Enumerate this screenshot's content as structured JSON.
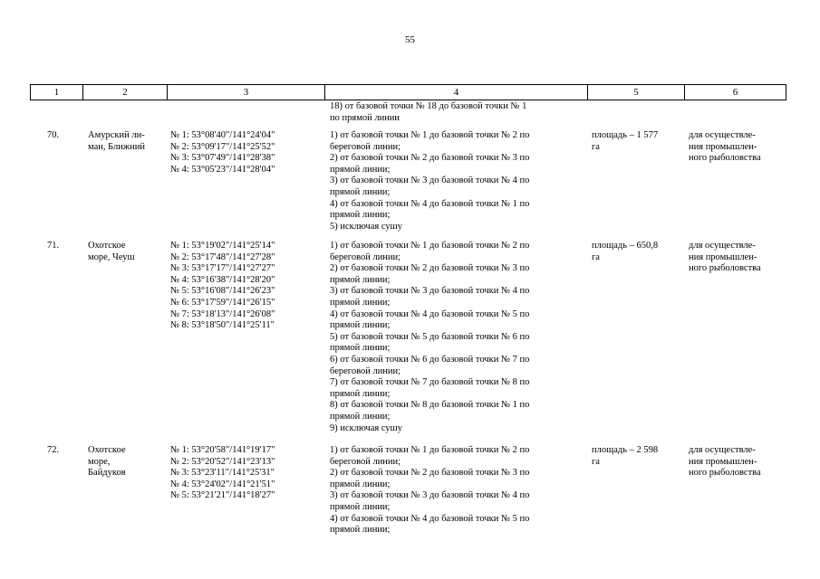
{
  "page_number": "55",
  "header_columns": [
    "1",
    "2",
    "3",
    "4",
    "5",
    "6"
  ],
  "continuation": [
    "18) от базовой точки № 18 до базовой точки № 1",
    "по прямой линии"
  ],
  "rows": [
    {
      "num": "70.",
      "name": [
        "Амурский ли-",
        "ман, Ближний"
      ],
      "points": [
        "№ 1: 53°08'40\"/141°24'04\"",
        "№ 2: 53°09'17\"/141°25'52\"",
        "№ 3: 53°07'49\"/141°28'38\"",
        "№ 4: 53°05'23\"/141°28'04\""
      ],
      "boundary": [
        "1) от базовой точки № 1 до базовой точки № 2 по",
        "береговой линии;",
        "2) от базовой точки № 2 до базовой точки № 3 по",
        "прямой линии;",
        "3) от базовой точки № 3 до базовой точки № 4 по",
        "прямой линии;",
        "4) от базовой точки № 4 до базовой точки № 1 по",
        "прямой линии;",
        "5) исключая сушу"
      ],
      "area": [
        "площадь – 1 577",
        "га"
      ],
      "purpose": [
        "для осуществле-",
        "ния промышлен-",
        "ного рыболовства"
      ]
    },
    {
      "num": "71.",
      "name": [
        "Охотское",
        "море, Чеуш"
      ],
      "points": [
        "№ 1: 53°19'02\"/141°25'14\"",
        "№ 2: 53°17'48\"/141°27'28\"",
        "№ 3: 53°17'17\"/141°27'27\"",
        "№ 4: 53°16'38\"/141°28'20\"",
        "№ 5: 53°16'08\"/141°26'23\"",
        "№ 6: 53°17'59\"/141°26'15\"",
        "№ 7: 53°18'13\"/141°26'08\"",
        "№ 8: 53°18'50\"/141°25'11\""
      ],
      "boundary": [
        "1) от базовой точки № 1 до базовой точки № 2 по",
        "береговой линии;",
        "2) от базовой точки № 2 до базовой точки № 3 по",
        "прямой линии;",
        "3) от базовой точки № 3 до базовой точки № 4 по",
        "прямой линии;",
        "4) от базовой точки № 4 до базовой точки № 5 по",
        "прямой линии;",
        "5) от базовой точки № 5 до базовой точки № 6 по",
        "прямой линии;",
        "6) от базовой точки № 6 до базовой точки № 7 по",
        "береговой линии;",
        "7) от базовой точки № 7 до базовой точки № 8 по",
        "прямой линии;",
        "8) от базовой точки № 8 до базовой точки № 1 по",
        "прямой линии;",
        "9) исключая сушу"
      ],
      "area": [
        "площадь – 650,8",
        "га"
      ],
      "purpose": [
        "для осуществле-",
        "ния промышлен-",
        "ного рыболовства"
      ]
    },
    {
      "num": "72.",
      "name": [
        "Охотское",
        "море,",
        "Байдуков"
      ],
      "points": [
        "№ 1: 53°20'58\"/141°19'17\"",
        "№ 2: 53°20'52\"/141°23'13\"",
        "№ 3: 53°23'11\"/141°25'31\"",
        "№ 4: 53°24'02\"/141°21'51\"",
        "№ 5: 53°21'21\"/141°18'27\""
      ],
      "boundary": [
        "1) от базовой точки № 1 до базовой точки № 2 по",
        "береговой линии;",
        "2) от базовой точки № 2 до базовой точки № 3 по",
        "прямой линии;",
        "3) от базовой точки № 3 до базовой точки № 4 по",
        "прямой линии;",
        "4) от базовой точки № 4 до базовой точки № 5 по",
        "прямой линии;"
      ],
      "area": [
        "площадь – 2 598",
        "га"
      ],
      "purpose": [
        "для осуществле-",
        "ния промышлен-",
        "ного рыболовства"
      ]
    }
  ]
}
